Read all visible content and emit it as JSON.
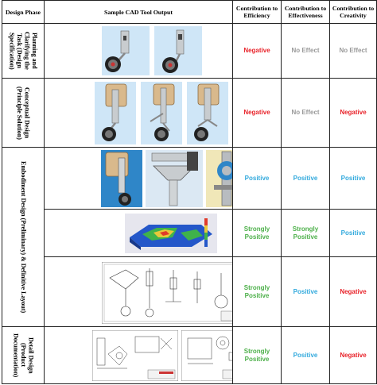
{
  "headers": {
    "phase": "Design Phase",
    "output": "Sample CAD Tool Output",
    "efficiency": "Contribution to Efficiency",
    "effectiveness": "Contribution to Effectiveness",
    "creativity": "Contribution to Creativity"
  },
  "phases": [
    "Planning and Clarifying the Task (Design Specification)",
    "Conceptual Design (Principle Solution)",
    "Embodiment Design (Preliminary) & Definitive Layout)",
    "Detail Design (Product Documentation)"
  ],
  "rows": [
    {
      "efficiency": "Negative",
      "effectiveness": "No Effect",
      "creativity": "No Effect"
    },
    {
      "efficiency": "Negative",
      "effectiveness": "No Effect",
      "creativity": "Negative"
    },
    {
      "efficiency": "Positive",
      "effectiveness": "Positive",
      "creativity": "Positive"
    },
    {
      "efficiency": "Strongly Positive",
      "effectiveness": "Strongly Positive",
      "creativity": "Positive"
    },
    {
      "efficiency": "Strongly Positive",
      "effectiveness": "Positive",
      "creativity": "Negative"
    },
    {
      "efficiency": "Strongly Positive",
      "effectiveness": "Positive",
      "creativity": "Negative"
    }
  ],
  "colors": {
    "negative": "#e8232a",
    "no_effect": "#9a9a9a",
    "positive": "#33aadd",
    "strongly_positive": "#4db04a"
  }
}
